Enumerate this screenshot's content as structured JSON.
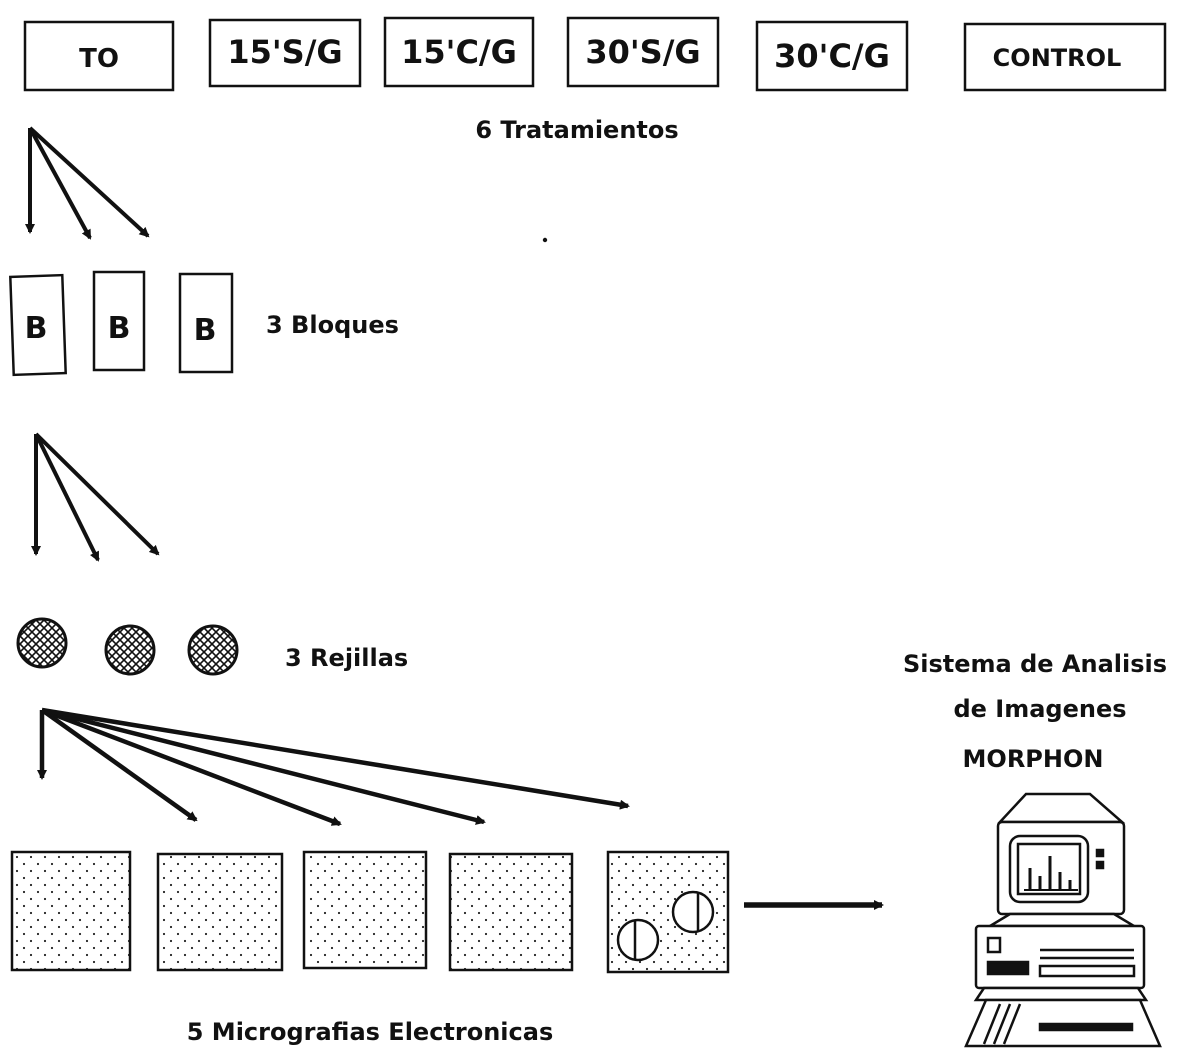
{
  "treatments": [
    "TO",
    "15'S/G",
    "15'C/G",
    "30'S/G",
    "30'C/G",
    "CONTROL"
  ],
  "treatments_caption": "6 Tratamientos",
  "block_letter": "B",
  "blocks_caption": "3 Bloques",
  "grids_caption": "3 Rejillas",
  "micrographs_caption": "5 Micrografias Electronicas",
  "system_title": [
    "Sistema de Analisis",
    "de Imagenes",
    "MORPHON"
  ],
  "colors": {
    "ink": "#111111",
    "background": "#ffffff"
  }
}
